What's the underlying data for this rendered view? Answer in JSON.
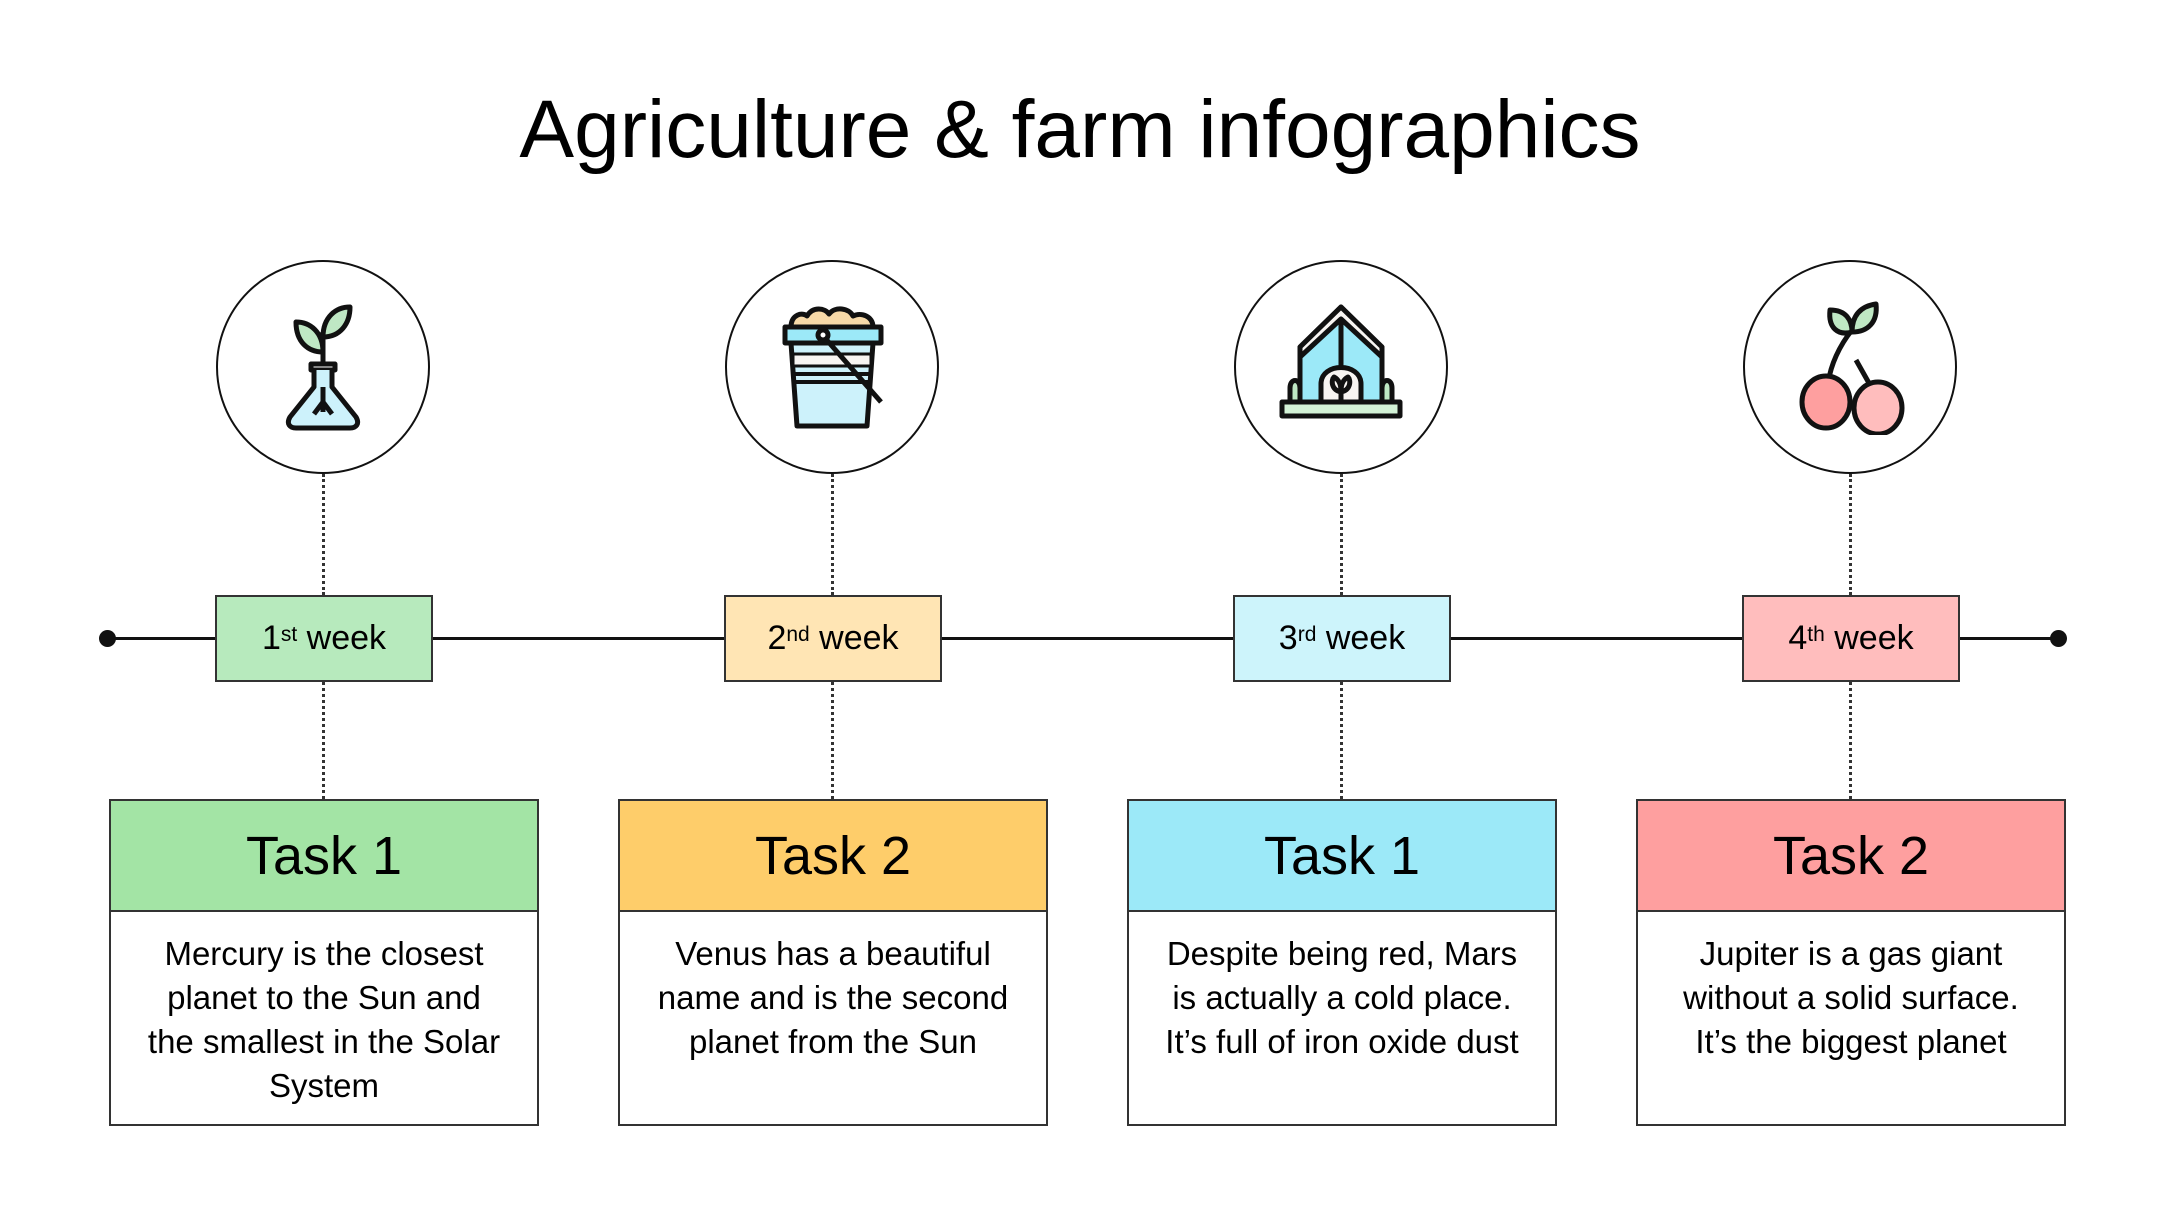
{
  "title": "Agriculture & farm infographics",
  "steps": [
    {
      "icon": "plant-flask-icon",
      "week_num": "1",
      "week_sup": "st",
      "week_label": "week",
      "task_title": "Task 1",
      "task_text": "Mercury is the closest planet to the Sun and the smallest in the Solar System",
      "header_color": "#a3e4a5",
      "week_color": "#b7eabd"
    },
    {
      "icon": "soil-bucket-icon",
      "week_num": "2",
      "week_sup": "nd",
      "week_label": "week",
      "task_title": "Task 2",
      "task_text": "Venus has a beautiful name and is the second planet from the Sun",
      "header_color": "#fecd6a",
      "week_color": "#ffe5b4"
    },
    {
      "icon": "greenhouse-icon",
      "week_num": "3",
      "week_sup": "rd",
      "week_label": "week",
      "task_title": "Task 1",
      "task_text": "Despite being red, Mars is actually a cold place. It’s full of iron oxide dust",
      "header_color": "#9ce9f8",
      "week_color": "#cdf4fb"
    },
    {
      "icon": "cherry-icon",
      "week_num": "4",
      "week_sup": "th",
      "week_label": "week",
      "task_title": "Task 2",
      "task_text": "Jupiter is a gas giant without a solid surface. It’s the biggest planet",
      "header_color": "#fe9f9f",
      "week_color": "#ffbdbd"
    }
  ]
}
